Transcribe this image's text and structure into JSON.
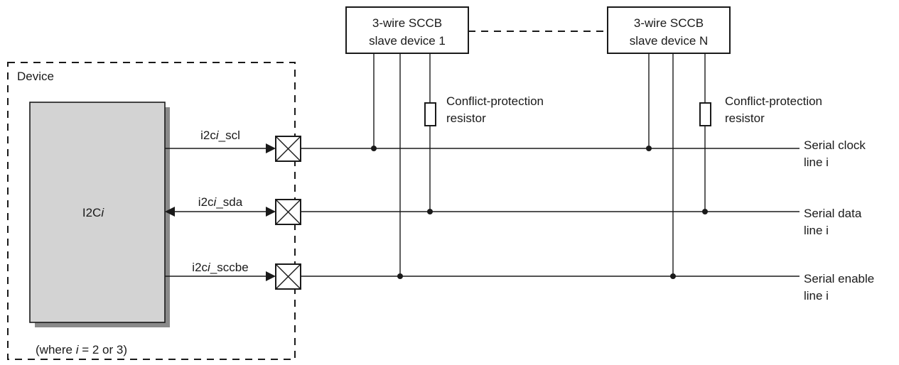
{
  "device": {
    "label": "Device",
    "block_name": "I2C",
    "block_name_italic": "i",
    "footnote_prefix": "(where ",
    "footnote_var": "i",
    "footnote_suffix": " = 2 or 3)"
  },
  "signals": [
    {
      "prefix": "i2c",
      "var": "i",
      "suffix": "_scl"
    },
    {
      "prefix": "i2c",
      "var": "i",
      "suffix": "_sda"
    },
    {
      "prefix": "i2c",
      "var": "i",
      "suffix": "_sccbe"
    }
  ],
  "slaves": [
    {
      "line1": "3-wire SCCB",
      "line2": "slave device 1"
    },
    {
      "line1": "3-wire SCCB",
      "line2": "slave device N"
    }
  ],
  "resistor_label": {
    "line1": "Conflict-protection",
    "line2": "resistor"
  },
  "lines": [
    {
      "line1": "Serial clock",
      "line2": "line i"
    },
    {
      "line1": "Serial data",
      "line2": "line i"
    },
    {
      "line1": "Serial enable",
      "line2": "line i"
    }
  ]
}
